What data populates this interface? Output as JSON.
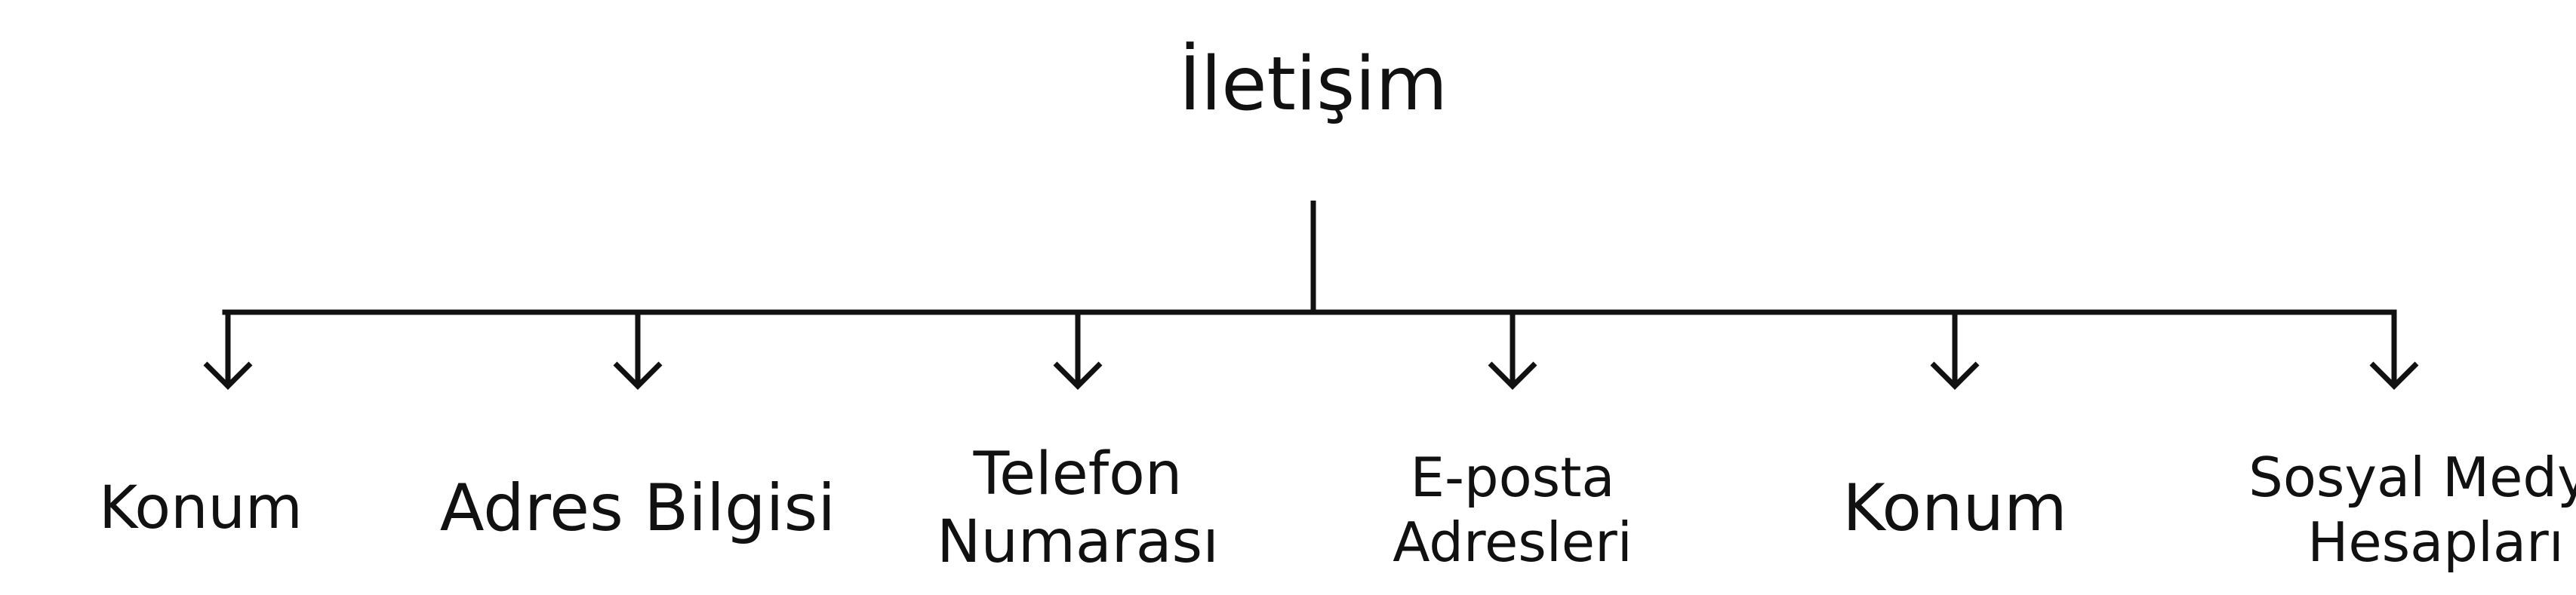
{
  "diagram": {
    "root": {
      "label": "İletişim"
    },
    "children": [
      {
        "lines": [
          "Konum"
        ]
      },
      {
        "lines": [
          "Adres Bilgisi"
        ]
      },
      {
        "lines": [
          "Telefon",
          "Numarası"
        ]
      },
      {
        "lines": [
          "E-posta",
          "Adresleri"
        ]
      },
      {
        "lines": [
          "Konum"
        ]
      },
      {
        "lines": [
          "Sosyal Medya",
          "Hesapları"
        ]
      }
    ]
  }
}
